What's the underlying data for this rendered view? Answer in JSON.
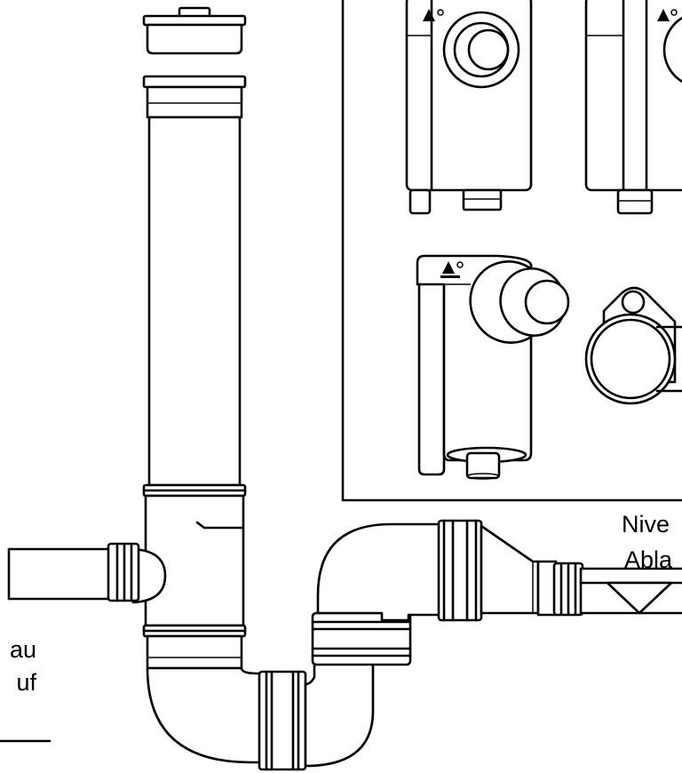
{
  "labels": {
    "left_line_1": "au",
    "left_line_2": "uf",
    "right_line_1": "Nive",
    "right_line_2": "Abla"
  },
  "colors": {
    "line": "#000000",
    "background": "#ffffff"
  },
  "icons": {
    "level_marker": "downward-triangle-icon",
    "warning_symbol": "warning-triangle-icon"
  }
}
